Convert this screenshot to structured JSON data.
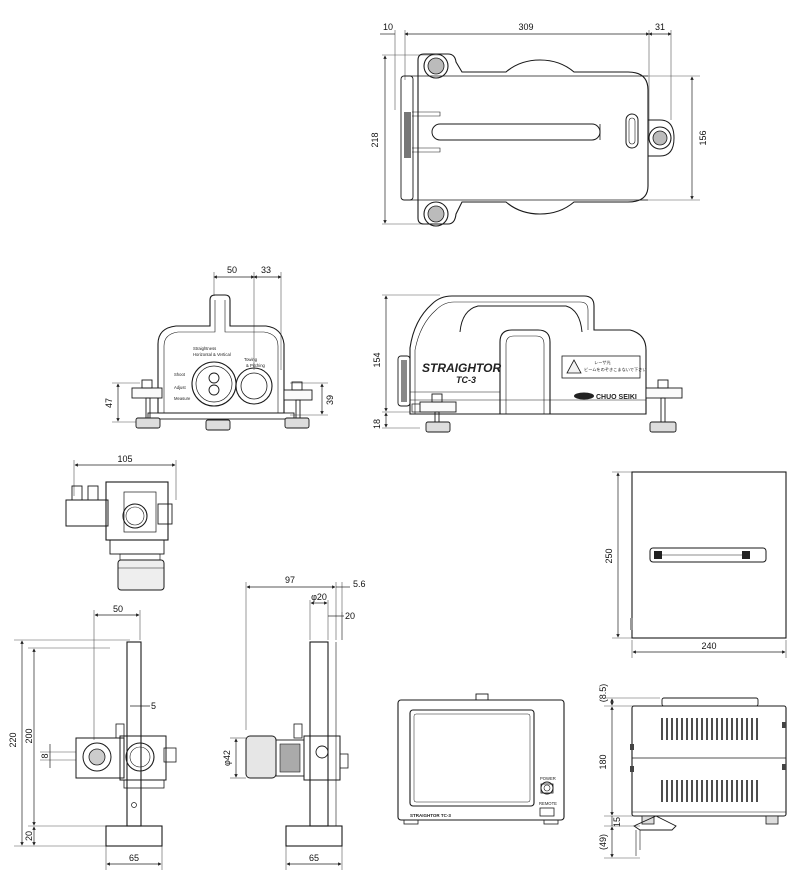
{
  "colors": {
    "line": "#1a1a1a",
    "dim_line": "#333333",
    "fill_light": "#f4f4f4",
    "fill_dark": "#9a9a9a"
  },
  "top_view": {
    "dims": {
      "width_left": "10",
      "width_main": "309",
      "width_right": "31",
      "height_total": "218",
      "height_body": "156"
    }
  },
  "front_view": {
    "dims": {
      "top_a": "50",
      "top_b": "33",
      "left_h": "47",
      "right_h": "39"
    },
    "labels": {
      "straightness": "Straightness",
      "horizontal": "Horizontal & Vertical",
      "towing": "Towing",
      "pitching": "& Pitching",
      "shoot": "Shoot",
      "adjust": "Adjust",
      "measure": "Measure"
    }
  },
  "side_view": {
    "dims": {
      "height": "154",
      "base": "18"
    },
    "labels": {
      "brand": "STRAIGHTOR",
      "model": "TC-3",
      "maker": "CHUO SEIKI",
      "warning_title": "レーザ光",
      "warning_text": "ビームをのぞきこまないで下さい"
    }
  },
  "target_top": {
    "dims": {
      "width": "105"
    }
  },
  "target_front": {
    "dims": {
      "top": "50",
      "offset": "5",
      "total": "220",
      "height": "200",
      "small": "8",
      "base": "20",
      "width": "65"
    }
  },
  "target_side": {
    "dims": {
      "depth": "97",
      "extra": "5.6",
      "dia_rod": "φ20",
      "gap": "20",
      "dia_body": "φ42",
      "width": "65"
    }
  },
  "controller_top": {
    "dims": {
      "depth": "250",
      "width": "240"
    }
  },
  "controller_front": {
    "labels": {
      "brand": "STRAIGHTOR TC-3",
      "power": "POWER",
      "remote": "REMOTE"
    }
  },
  "controller_side": {
    "dims": {
      "top_margin": "(8.5)",
      "height": "180",
      "foot": "15",
      "bottom": "(49)"
    }
  }
}
